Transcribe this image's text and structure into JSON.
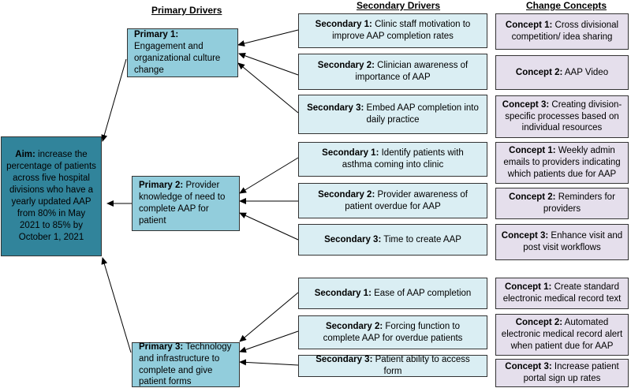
{
  "headers": {
    "primary": "Primary Drivers",
    "secondary": "Secondary Drivers",
    "change": "Change Concepts"
  },
  "aim": {
    "label": "Aim:",
    "text": " increase the percentage of patients across five hospital divisions who have a yearly updated AAP from 80% in May 2021 to 85% by October 1, 2021"
  },
  "primary": [
    {
      "label": "Primary 1:",
      "text": " Engagement and organizational culture change"
    },
    {
      "label": "Primary 2:",
      "text": " Provider knowledge of need to complete AAP for patient"
    },
    {
      "label": "Primary 3:",
      "text": " Technology and infrastructure to complete and give patient forms"
    }
  ],
  "secondary": [
    {
      "label": "Secondary 1:",
      "text": " Clinic staff motivation to improve AAP completion rates"
    },
    {
      "label": "Secondary 2:",
      "text": " Clinician awareness of importance of AAP"
    },
    {
      "label": "Secondary 3:",
      "text": " Embed AAP completion into daily practice"
    },
    {
      "label": "Secondary 1:",
      "text": " Identify patients with asthma coming into clinic"
    },
    {
      "label": "Secondary 2:",
      "text": " Provider awareness of patient overdue for AAP"
    },
    {
      "label": "Secondary 3:",
      "text": " Time to create AAP"
    },
    {
      "label": "Secondary 1:",
      "text": " Ease of AAP completion"
    },
    {
      "label": "Secondary 2:",
      "text": " Forcing function to complete AAP for overdue patients"
    },
    {
      "label": "Secondary 3:",
      "text": " Patient ability to access form"
    }
  ],
  "concepts": [
    {
      "label": "Concept 1:",
      "text": " Cross divisional competition/ idea sharing"
    },
    {
      "label": "Concept 2:",
      "text": " AAP Video"
    },
    {
      "label": "Concept 3:",
      "text": " Creating division-specific processes based on individual resources"
    },
    {
      "label": "Concept 1:",
      "text": " Weekly admin emails to providers indicating which patients due for AAP"
    },
    {
      "label": "Concept 2:",
      "text": " Reminders for providers"
    },
    {
      "label": "Concept 3:",
      "text": " Enhance visit and post visit workflows"
    },
    {
      "label": "Concept 1:",
      "text": " Create standard electronic medical record text"
    },
    {
      "label": "Concept 2:",
      "text": " Automated electronic medical record alert when patient due for AAP"
    },
    {
      "label": "Concept 3:",
      "text": " Increase patient portal sign up rates"
    }
  ]
}
